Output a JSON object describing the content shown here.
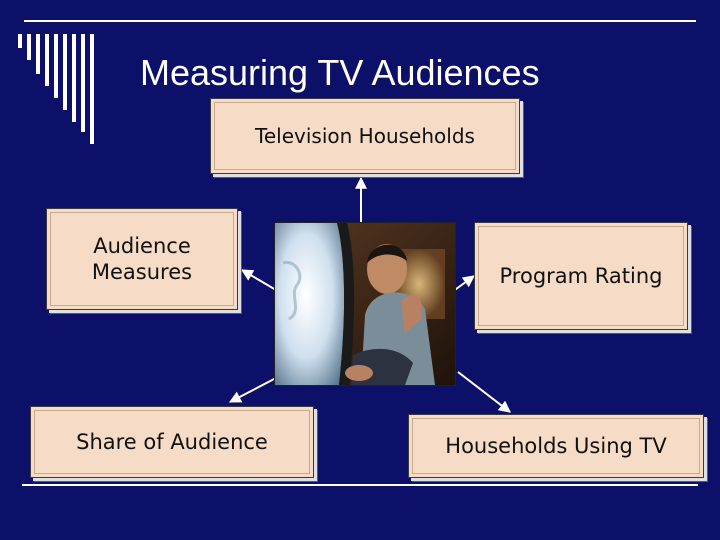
{
  "title": "Measuring TV Audiences",
  "boxes": {
    "television_households": "Television Households",
    "audience_measures": "Audience Measures",
    "program_rating": "Program Rating",
    "share_of_audience": "Share of Audience",
    "households_using_tv": "Households Using TV"
  },
  "colors": {
    "background": "#0c1068",
    "box_fill": "#f6dcc6",
    "line": "#ffffff"
  },
  "photo": "person-watching-tv-photo"
}
